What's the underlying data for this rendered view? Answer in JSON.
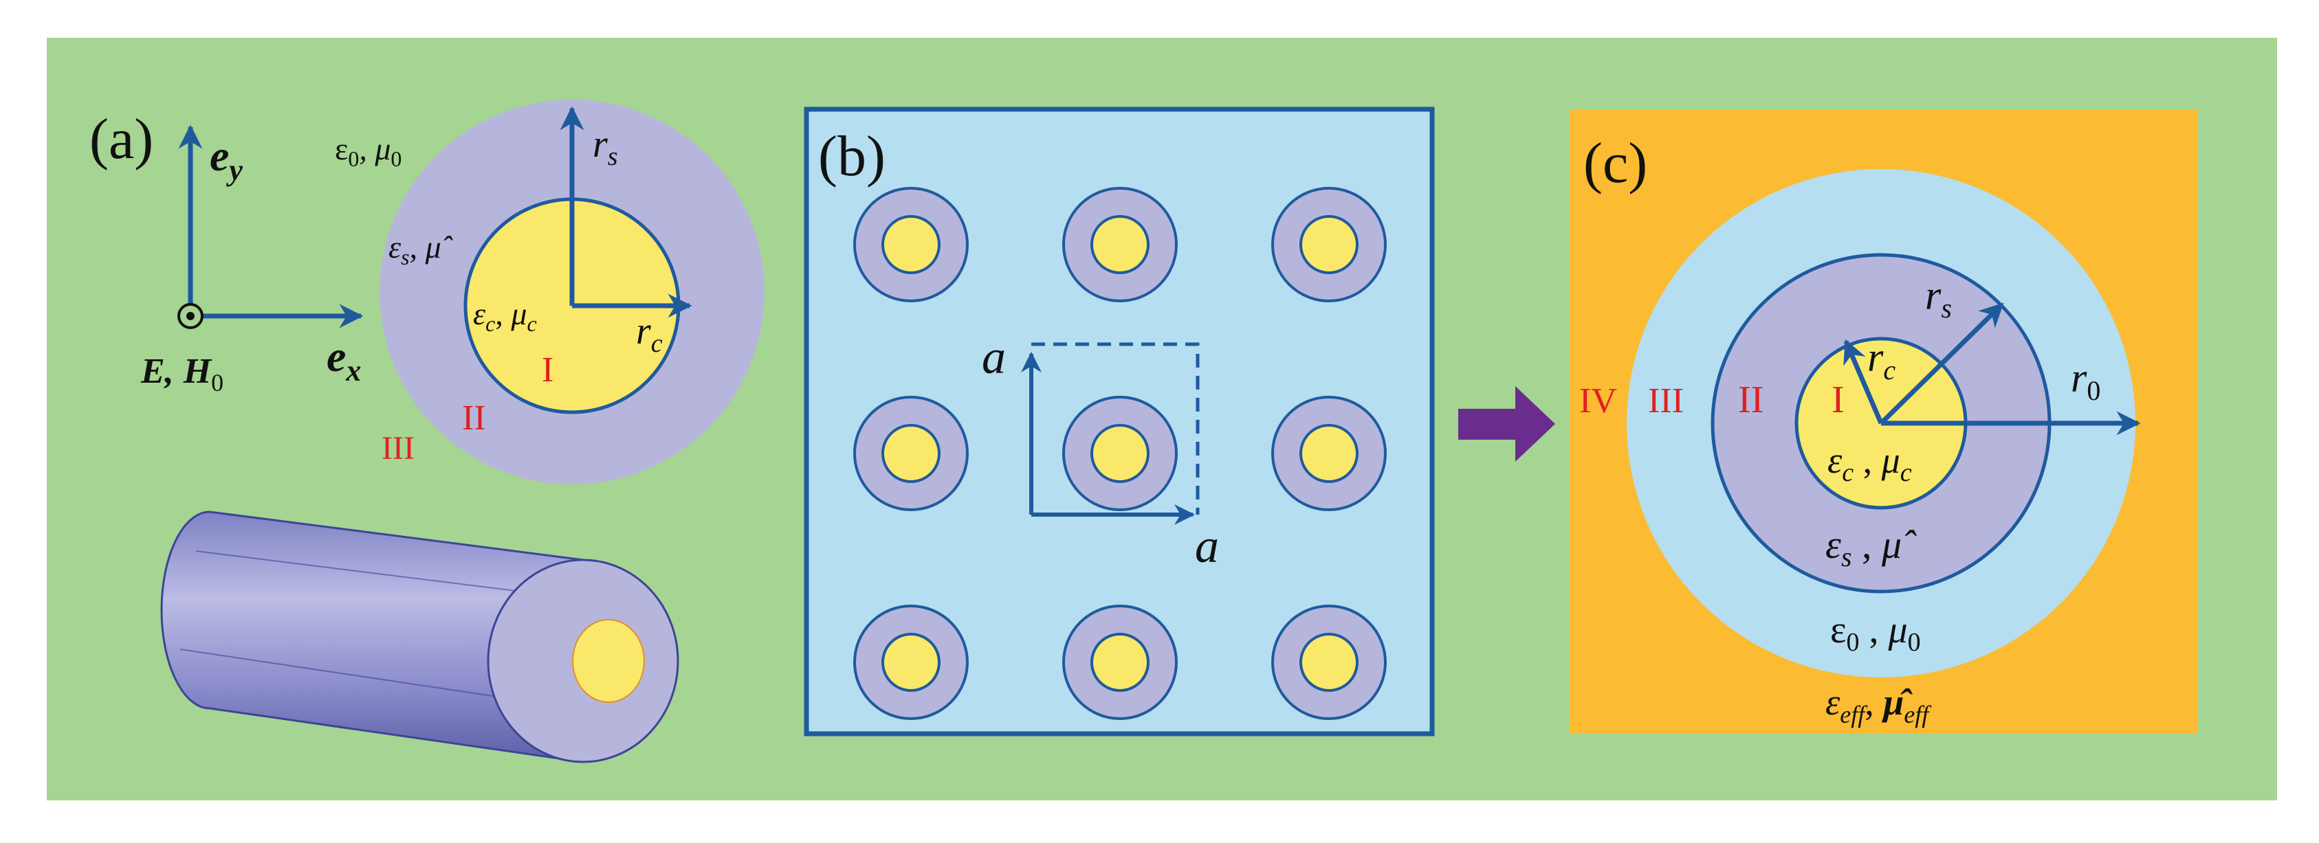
{
  "colors": {
    "background": "#a6d492",
    "panel_b_fill": "#b5def0",
    "panel_b_border": "#1f5a9e",
    "panel_c_fill": "#fbbb32",
    "shell": "#b6b6dc",
    "core": "#fae86a",
    "matrix": "#b5def0",
    "arrow_blue": "#1f5a9e",
    "region_red": "#e02020",
    "big_arrow": "#6a2d8e"
  },
  "panel_a": {
    "label": "(a)",
    "axis_y": {
      "symbol": "e",
      "sub": "y"
    },
    "axis_x": {
      "symbol": "e",
      "sub": "x"
    },
    "fields": {
      "E": "E,",
      "H": "H",
      "H_sub": "0"
    },
    "background": {
      "eps": "ε",
      "eps_sub": "0",
      "mu": "μ",
      "mu_sub": "0",
      "sep": ", "
    },
    "shell": {
      "eps": "ε",
      "eps_sub": "s",
      "mu": "μ̂",
      "sep": ", "
    },
    "core": {
      "eps": "ε",
      "eps_sub": "c",
      "mu": "μ",
      "mu_sub": "c",
      "sep": ", "
    },
    "radius_shell": {
      "symbol": "r",
      "sub": "s"
    },
    "radius_core": {
      "symbol": "r",
      "sub": "c"
    },
    "region_core": "I",
    "region_shell": "II",
    "region_outside": "III",
    "cylinder_icon": "coated-cylinder-3d"
  },
  "panel_b": {
    "label": "(b)",
    "lattice": {
      "rows": 3,
      "cols": 3
    },
    "lattice_const_vertical": "a",
    "lattice_const_horizontal": "a"
  },
  "transition_arrow": "right-arrow-icon",
  "panel_c": {
    "label": "(c)",
    "radius_outer": {
      "symbol": "r",
      "sub": "0"
    },
    "radius_shell": {
      "symbol": "r",
      "sub": "s"
    },
    "radius_core": {
      "symbol": "r",
      "sub": "c"
    },
    "core": {
      "eps": "ε",
      "eps_sub": "c",
      "mu": "μ",
      "mu_sub": "c",
      "sep": " , "
    },
    "shell": {
      "eps": "ε",
      "eps_sub": "s",
      "mu": "μ̂",
      "sep": " ,  "
    },
    "matrix": {
      "eps": "ε",
      "eps_sub": "0",
      "mu": "μ",
      "mu_sub": "0",
      "sep": " ,  "
    },
    "effective": {
      "eps": "ε",
      "eps_sub": "eff",
      "mu": "μ̂",
      "mu_sub": "eff",
      "sep": ", "
    },
    "region_core": "I",
    "region_shell": "II",
    "region_matrix": "III",
    "region_effective": "IV"
  }
}
